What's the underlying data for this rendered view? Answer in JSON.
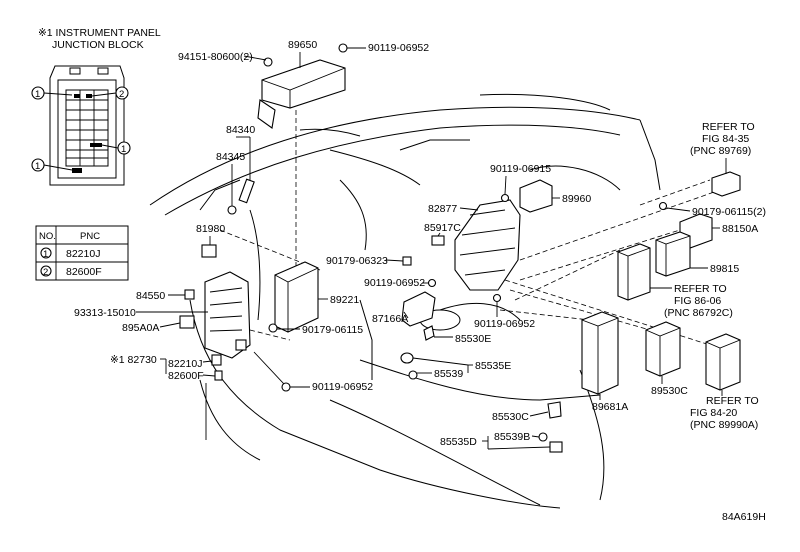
{
  "inset": {
    "title_line1": "※1 INSTRUMENT PANEL",
    "title_line2": "JUNCTION BLOCK",
    "circle_labels": [
      "1",
      "2",
      "1",
      "1"
    ]
  },
  "table": {
    "header": [
      "NO.",
      "PNC"
    ],
    "rows": [
      {
        "no": "1",
        "pnc": "82210J"
      },
      {
        "no": "2",
        "pnc": "82600F"
      }
    ]
  },
  "callouts": {
    "c94151": "94151-80600(2)",
    "c89650": "89650",
    "c90119_top": "90119-06952",
    "c84340": "84340",
    "c84345": "84345",
    "c81980": "81980",
    "c84550": "84550",
    "c93313": "93313-15010",
    "c895A0A": "895A0A",
    "c82730": "※1 82730",
    "c82210J": "82210J",
    "c82600F": "82600F",
    "c89221": "89221",
    "c90179_06115": "90179-06115",
    "c90119_bottom": "90119-06952",
    "c90179_06323": "90179-06323",
    "c90119_mid": "90119-06952",
    "c87166A": "87166A",
    "c85530E": "85530E",
    "c85539": "85539",
    "c85535E": "85535E",
    "c85530C": "85530C",
    "c85535D": "85535D",
    "c85539B": "85539B",
    "c82877": "82877",
    "c85917C": "85917C",
    "c90119_06915": "90119-06915",
    "c89960": "89960",
    "c90119_right": "90119-06952",
    "c90179_06115_2": "90179-06115(2)",
    "c88150A": "88150A",
    "c89815": "89815",
    "c89681A": "89681A",
    "c89530C": "89530C",
    "refer1_line1": "REFER TO",
    "refer1_line2": "FIG 84-35",
    "refer1_line3": "(PNC 89769)",
    "refer2_line1": "REFER TO",
    "refer2_line2": "FIG 86-06",
    "refer2_line3": "(PNC 86792C)",
    "refer3_line1": "REFER TO",
    "refer3_line2": "FIG 84-20",
    "refer3_line3": "(PNC 89990A)",
    "figure_code": "84A619H"
  }
}
